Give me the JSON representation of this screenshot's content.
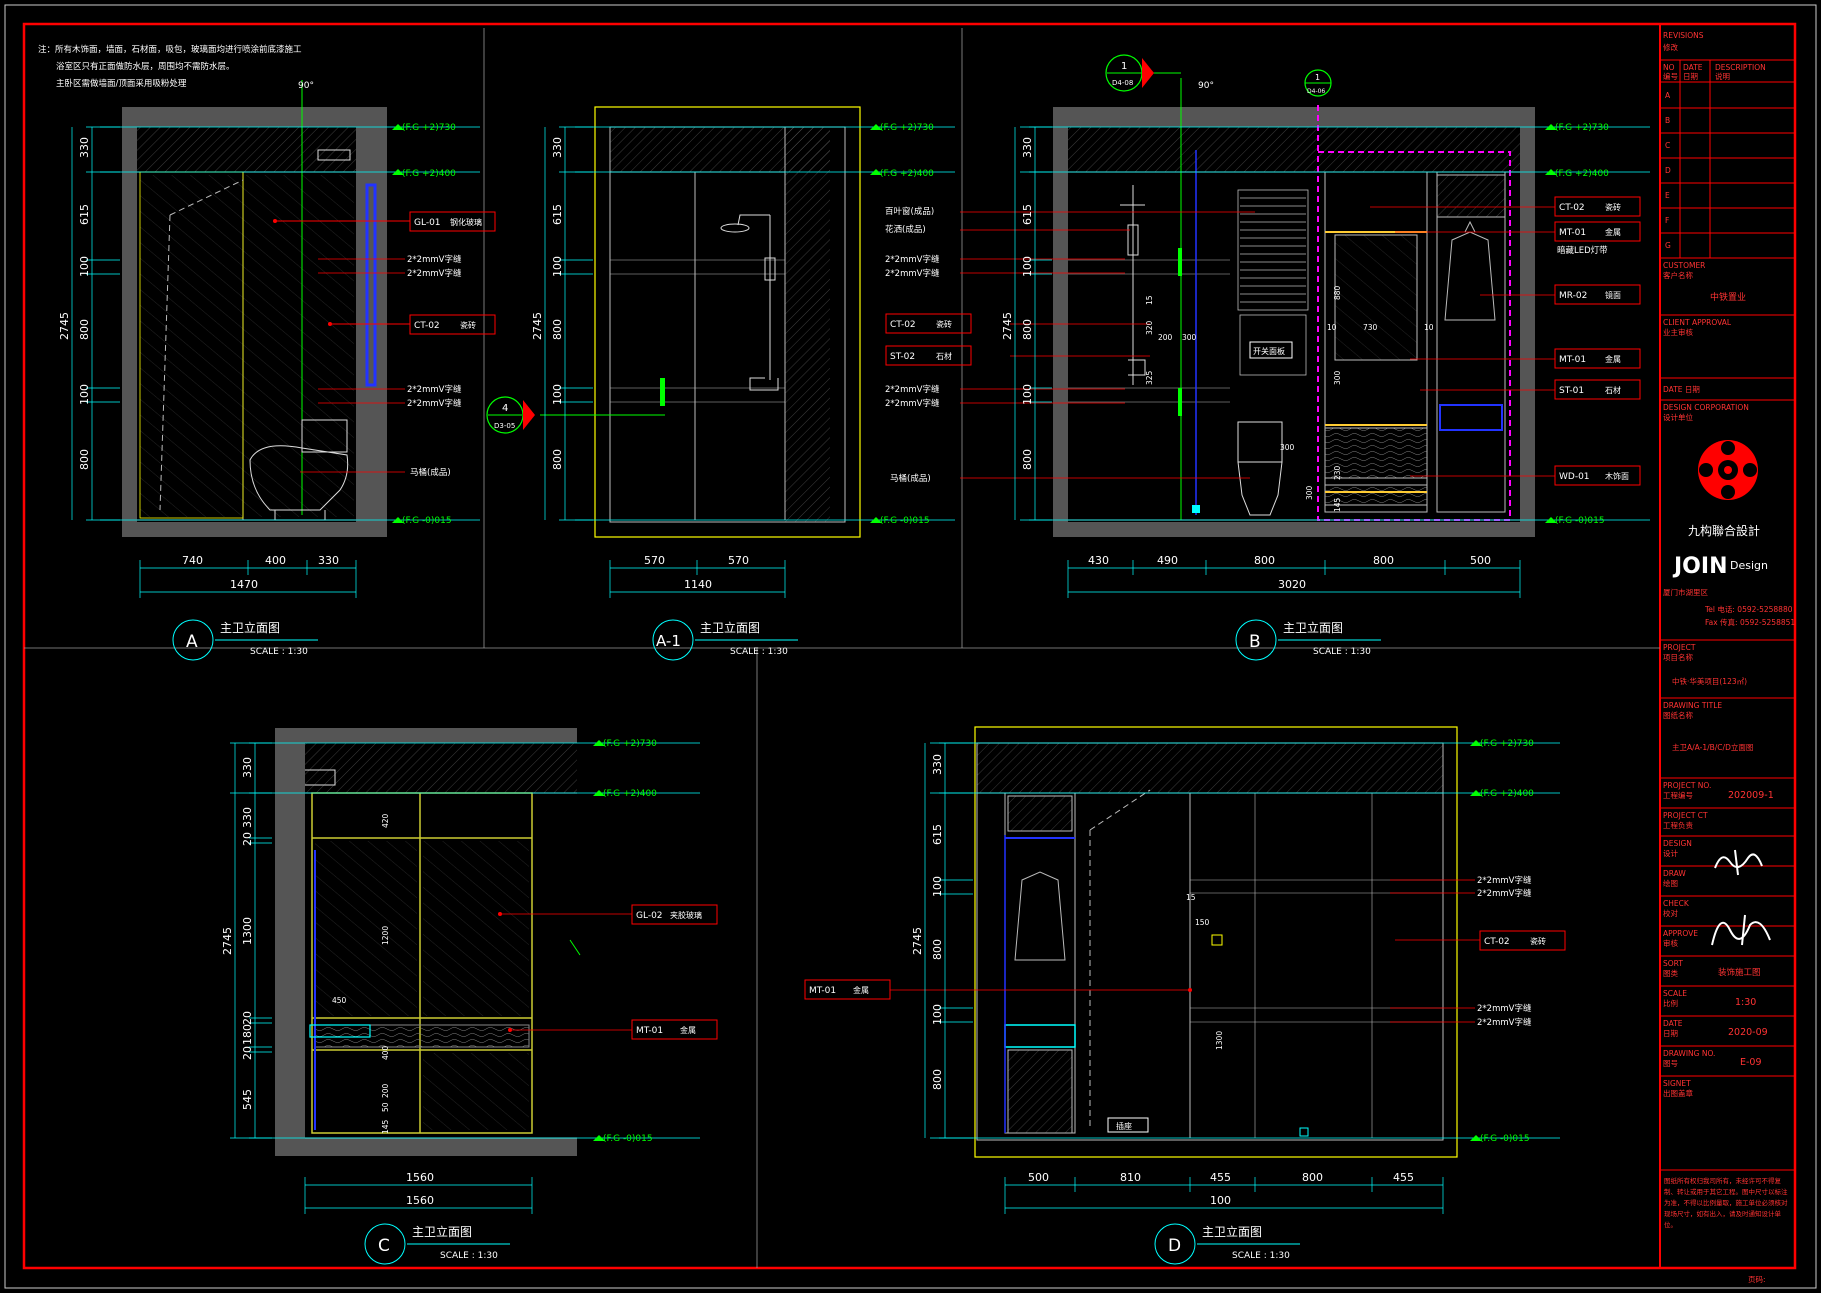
{
  "notes": [
    "注：所有木饰面，墙面，石材面，吸包，玻璃面均进行喷涂前底漆施工",
    "浴室区只有正面做防水层，周围均不需防水层。",
    "主卧区需做墙面/顶面采用吸粉处理"
  ],
  "levels": {
    "l2730": "(F.G +2)730",
    "l2400": "(F.G +2)400",
    "lminus": "(F.G -0)015"
  },
  "views": {
    "A": {
      "marker": "A",
      "title": "主卫立面图",
      "scale": "SCALE : 1:30",
      "angle": "90°",
      "vdims": [
        "330",
        "615",
        "100",
        "800",
        "100",
        "800"
      ],
      "vtotal": "2745",
      "hdims": [
        "740",
        "400",
        "330"
      ],
      "htotal": "1470",
      "callouts": [
        {
          "code": "GL-01",
          "desc": "钢化玻璃"
        },
        {
          "code": "CT-02",
          "desc": "瓷砖"
        }
      ],
      "notes": [
        "2*2mmV字缝",
        "2*2mmV字缝",
        "2*2mmV字缝",
        "2*2mmV字缝",
        "马桶(成品)"
      ]
    },
    "A1": {
      "marker": "A-1",
      "title": "主卫立面图",
      "scale": "SCALE : 1:30",
      "vdims": [
        "330",
        "615",
        "100",
        "800",
        "100",
        "800"
      ],
      "vtotal": "2745",
      "hdims": [
        "570",
        "570"
      ],
      "htotal": "1140",
      "section": {
        "num": "4",
        "ref": "D3-05"
      }
    },
    "B": {
      "marker": "B",
      "title": "主卫立面图",
      "scale": "SCALE : 1:30",
      "angle": "90°",
      "vdims": [
        "330",
        "615",
        "100",
        "800",
        "100",
        "800"
      ],
      "vtotal": "2745",
      "hdims": [
        "430",
        "490",
        "800",
        "800",
        "500"
      ],
      "htotal": "3020",
      "leftnotes": [
        "百叶窗(成品)",
        "花洒(成品)",
        "2*2mmV字缝",
        "2*2mmV字缝",
        "2*2mmV字缝",
        "2*2mmV字缝",
        "马桶(成品)"
      ],
      "leftcallouts": [
        {
          "code": "CT-02",
          "desc": "瓷砖"
        },
        {
          "code": "ST-02",
          "desc": "石材"
        }
      ],
      "rightcallouts": [
        {
          "code": "CT-02",
          "desc": "瓷砖"
        },
        {
          "code": "MT-01",
          "desc": "金属"
        },
        {
          "code": "MR-02",
          "desc": "镜面"
        },
        {
          "code": "MT-01",
          "desc": "金属"
        },
        {
          "code": "ST-01",
          "desc": "石材"
        },
        {
          "code": "WD-01",
          "desc": "木饰面"
        }
      ],
      "led": "暗藏LED灯带",
      "inner": [
        "730",
        "10",
        "10",
        "880",
        "300",
        "320",
        "325",
        "200",
        "300",
        "15",
        "230",
        "145",
        "300",
        "300"
      ],
      "sections": [
        {
          "num": "1",
          "ref": "D4-08"
        },
        {
          "num": "1",
          "ref": "D4-06"
        }
      ],
      "label_box": "开关面板"
    },
    "C": {
      "marker": "C",
      "title": "主卫立面图",
      "scale": "SCALE : 1:30",
      "vdims": [
        "330",
        "330",
        "20",
        "1300",
        "20",
        "180",
        "20",
        "545"
      ],
      "vtotal": "2745",
      "hdims": [
        "1560"
      ],
      "htotal": "1560",
      "callouts": [
        {
          "code": "GL-02",
          "desc": "夹胶玻璃"
        },
        {
          "code": "MT-01",
          "desc": "金属"
        }
      ],
      "inner": [
        "420",
        "1200",
        "450",
        "400",
        "200",
        "145",
        "50"
      ]
    },
    "D": {
      "marker": "D",
      "title": "主卫立面图",
      "scale": "SCALE : 1:30",
      "vdims": [
        "330",
        "615",
        "100",
        "800",
        "100",
        "800"
      ],
      "vtotal": "2745",
      "hdims": [
        "500",
        "810",
        "455",
        "800",
        "455"
      ],
      "htotal": "100",
      "callouts": [
        {
          "code": "CT-02",
          "desc": "瓷砖"
        },
        {
          "code": "MT-01",
          "desc": "金属"
        }
      ],
      "notes": [
        "2*2mmV字缝",
        "2*2mmV字缝",
        "2*2mmV字缝",
        "2*2mmV字缝"
      ],
      "inner": [
        "15",
        "150",
        "1300"
      ],
      "label_box": "插座"
    }
  },
  "titleblock": {
    "revisions": "REVISIONS",
    "revisions_cn": "修改",
    "no": "NO",
    "no_cn": "编号",
    "date": "DATE",
    "date_cn": "日期",
    "description": "DESCRIPTION",
    "description_cn": "说明",
    "rows": [
      "A",
      "B",
      "C",
      "D",
      "E",
      "F",
      "G"
    ],
    "customer": "CUSTOMER",
    "customer_cn": "客户名称",
    "customer_val": "中铁置业",
    "client": "CLIENT APPROVAL",
    "client_cn": "业主审核",
    "dateline": "DATE 日期",
    "design_corp": "DESIGN CORPORATION",
    "design_corp_cn": "设计单位",
    "brand_cn": "九构聯合設計",
    "brand_en": "JOIN",
    "brand_en2": "Design",
    "address": "厦门市湖里区",
    "tel": "Tel 电话: 0592-5258880",
    "fax": "Fax 传真: 0592-5258851",
    "project": "PROJECT",
    "project_cn": "项目名称",
    "project_val": "中铁·华美项目(123㎡)",
    "drawing_title": "DRAWING TITLE",
    "drawing_title_cn": "图纸名称",
    "drawing_title_val": "主卫A/A-1/B/C/D立面图",
    "project_no": "PROJECT NO.",
    "project_no_cn": "工程编号",
    "project_no_val": "202009-1",
    "project_ct": "PROJECT CT",
    "project_ct_cn": "工程负责",
    "design": "DESIGN",
    "design_cn": "设计",
    "draw": "DRAW",
    "draw_cn": "绘图",
    "check": "CHECK",
    "check_cn": "校对",
    "approve": "APPROVE",
    "approve_cn": "审核",
    "sort": "SORT",
    "sort_cn": "图类",
    "sort_val": "装饰施工图",
    "scale": "SCALE",
    "scale_cn": "比例",
    "scale_val": "1:30",
    "tdate": "DATE",
    "tdate_cn": "日期",
    "tdate_val": "2020-09",
    "drawing_no": "DRAWING NO.",
    "drawing_no_cn": "图号",
    "drawing_no_val": "E-09",
    "signet": "SIGNET",
    "signet_cn": "出图盖章",
    "disclaimer": "图纸所有权归我司所有，未经许可不得复制、转让或用于其它工程。图中尺寸以标注为准，不得以比例量取，施工单位必须核对现场尺寸，如有出入，请及时通知设计单位。",
    "page": "页码:"
  },
  "colors": {
    "frame": "#ff0000",
    "dim": "#00ffff",
    "wall": "#555555",
    "yellow": "#ffff00",
    "magenta": "#ff00ff",
    "green": "#00ff00",
    "blue": "#2233ff",
    "gray": "#bbbbbb"
  }
}
